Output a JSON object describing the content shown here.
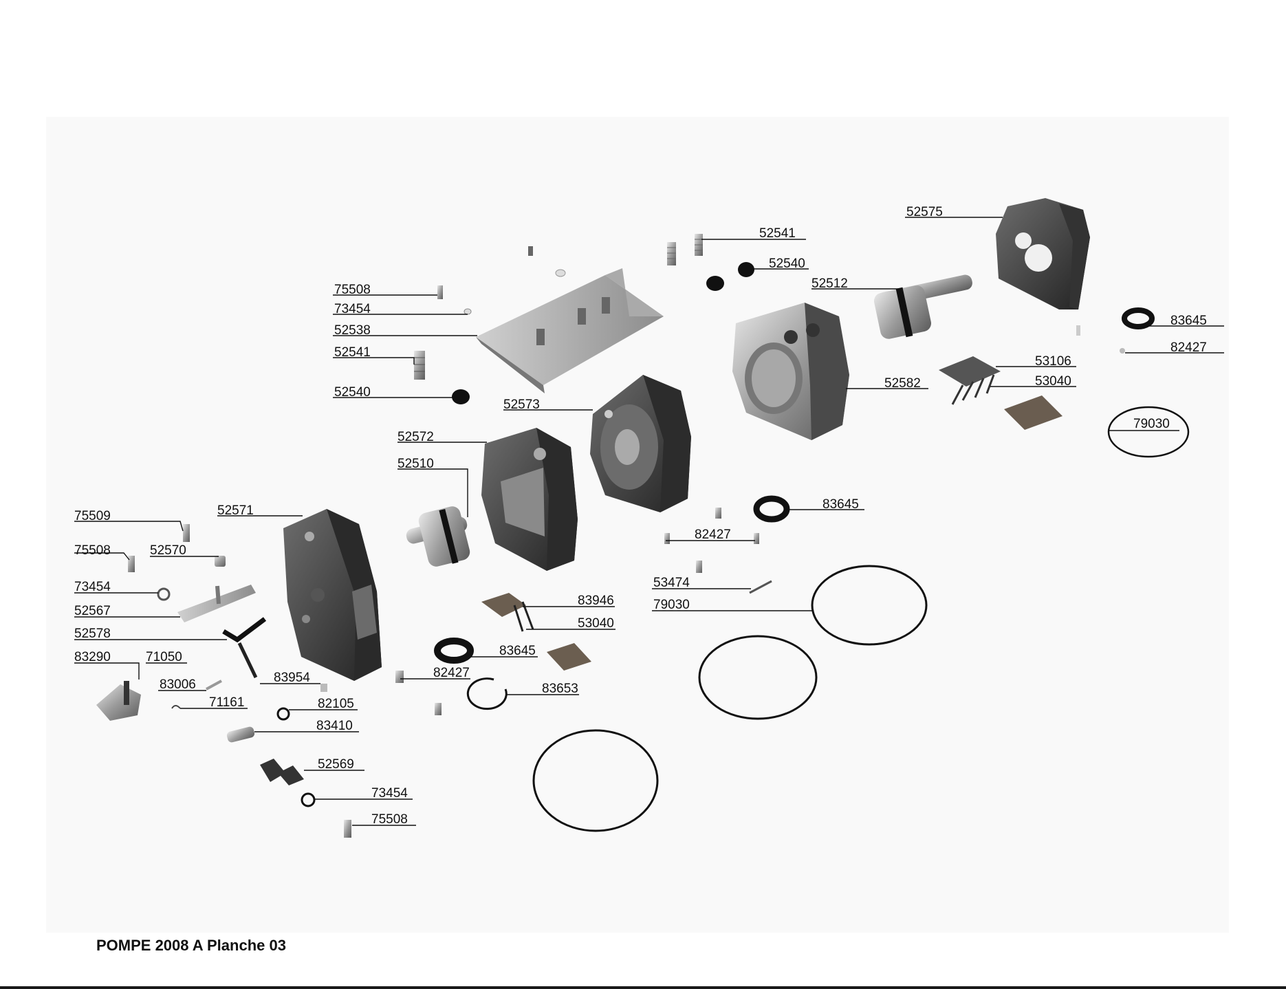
{
  "footer": {
    "title": "POMPE 2008 A Planche 03"
  },
  "parts": [
    {
      "ref": "52575"
    },
    {
      "ref": "52541"
    },
    {
      "ref": "52540"
    },
    {
      "ref": "52512"
    },
    {
      "ref": "83645"
    },
    {
      "ref": "82427"
    },
    {
      "ref": "75508"
    },
    {
      "ref": "73454"
    },
    {
      "ref": "52538"
    },
    {
      "ref": "52541"
    },
    {
      "ref": "52540"
    },
    {
      "ref": "53106"
    },
    {
      "ref": "52582"
    },
    {
      "ref": "53040"
    },
    {
      "ref": "52573"
    },
    {
      "ref": "79030"
    },
    {
      "ref": "52572"
    },
    {
      "ref": "52510"
    },
    {
      "ref": "83645"
    },
    {
      "ref": "75509"
    },
    {
      "ref": "52571"
    },
    {
      "ref": "82427"
    },
    {
      "ref": "75508"
    },
    {
      "ref": "52570"
    },
    {
      "ref": "53474"
    },
    {
      "ref": "73454"
    },
    {
      "ref": "83946"
    },
    {
      "ref": "79030"
    },
    {
      "ref": "52567"
    },
    {
      "ref": "53040"
    },
    {
      "ref": "52578"
    },
    {
      "ref": "83645"
    },
    {
      "ref": "83290"
    },
    {
      "ref": "71050"
    },
    {
      "ref": "83954"
    },
    {
      "ref": "82427"
    },
    {
      "ref": "83006"
    },
    {
      "ref": "83653"
    },
    {
      "ref": "71161"
    },
    {
      "ref": "82105"
    },
    {
      "ref": "83410"
    },
    {
      "ref": "52569"
    },
    {
      "ref": "73454"
    },
    {
      "ref": "75508"
    }
  ]
}
